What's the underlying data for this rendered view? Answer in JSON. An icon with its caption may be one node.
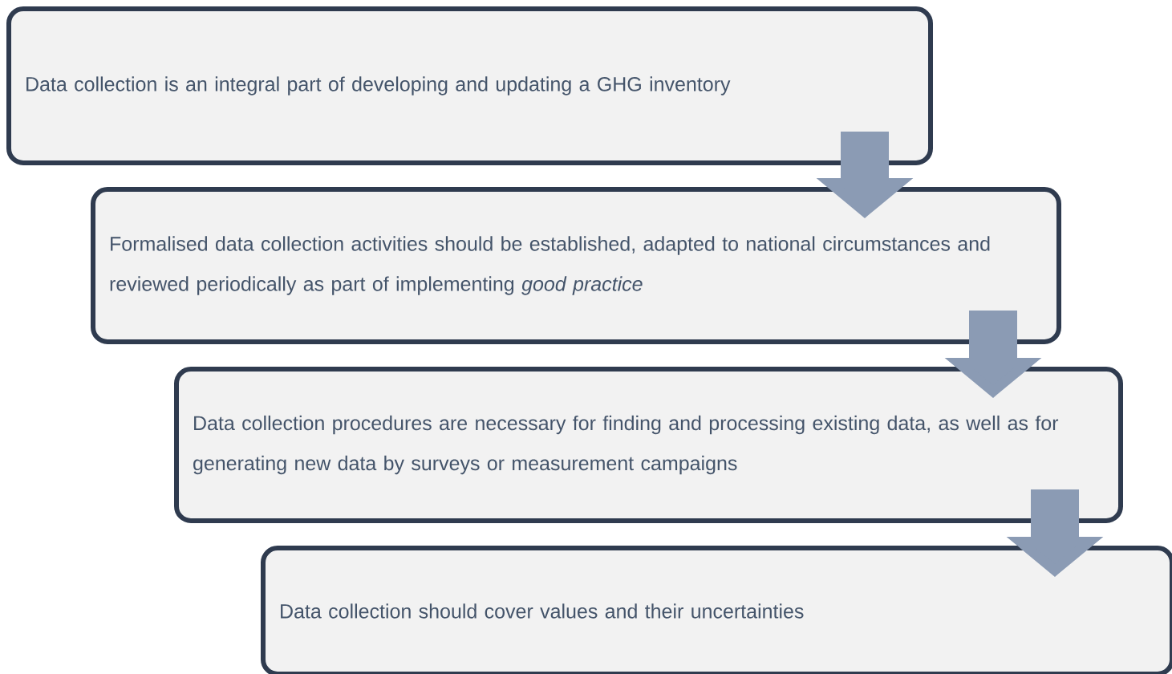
{
  "diagram": {
    "nodes": [
      {
        "text": [
          "Data collection is an integral part of developing and updating a GHG inventory"
        ]
      },
      {
        "text": [
          "Formalised data collection activities should be established, adapted to national circumstances and reviewed periodically as part of implementing *good practice*"
        ]
      },
      {
        "text": [
          "Data collection procedures are necessary for finding and processing existing data, as well as for generating new data by surveys or measurement campaigns"
        ]
      },
      {
        "text": [
          "Data collection should cover values and their uncertainties"
        ]
      }
    ],
    "edges": [
      {
        "from": 0,
        "to": 1,
        "arrow": "to"
      },
      {
        "from": 1,
        "to": 2,
        "arrow": "to"
      },
      {
        "from": 2,
        "to": 3,
        "arrow": "to"
      }
    ]
  }
}
